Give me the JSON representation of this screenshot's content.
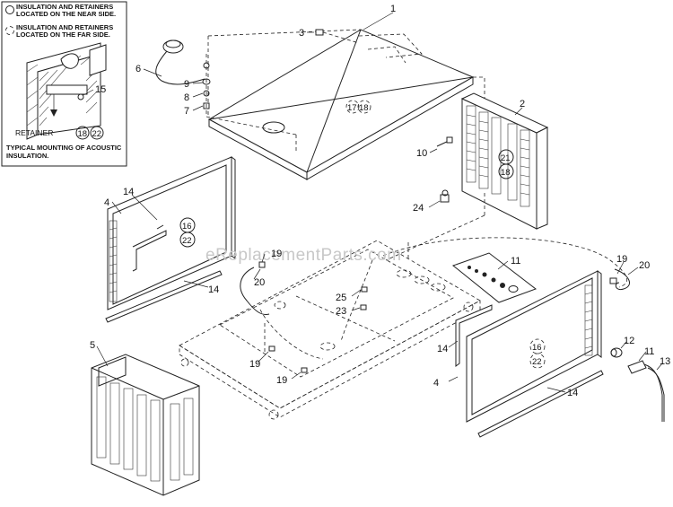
{
  "legend": {
    "near_side": "INSULATION AND RETAINERS LOCATED ON THE NEAR SIDE.",
    "far_side": "INSULATION AND RETAINERS LOCATED ON THE FAR SIDE.",
    "retainer": "RETAINER",
    "retainer_refs": [
      "18",
      "22"
    ],
    "inset_callout": "15",
    "typical_line1": "TYPICAL MOUNTING OF ACOUSTIC",
    "typical_line2": "INSULATION."
  },
  "watermark": "eReplacementParts.com",
  "callouts": {
    "c1": "1",
    "c2": "2",
    "c3": "3",
    "c4a": "4",
    "c4b": "4",
    "c5": "5",
    "c6": "6",
    "c7": "7",
    "c8": "8",
    "c9": "9",
    "c10": "10",
    "c11a": "11",
    "c11b": "11",
    "c12": "12",
    "c13": "13",
    "c14a": "14",
    "c14b": "14",
    "c14c": "14",
    "c14d": "14",
    "c19a": "19",
    "c19b": "19",
    "c19c": "19",
    "c19d": "19",
    "c20a": "20",
    "c20b": "20",
    "c23": "23",
    "c24": "24",
    "c25": "25"
  },
  "insulation_refs": {
    "top": [
      "17",
      "18"
    ],
    "right_side": [
      "21",
      "18"
    ],
    "left_panel": [
      "16",
      "22"
    ],
    "right_panel": [
      "16",
      "22"
    ]
  }
}
